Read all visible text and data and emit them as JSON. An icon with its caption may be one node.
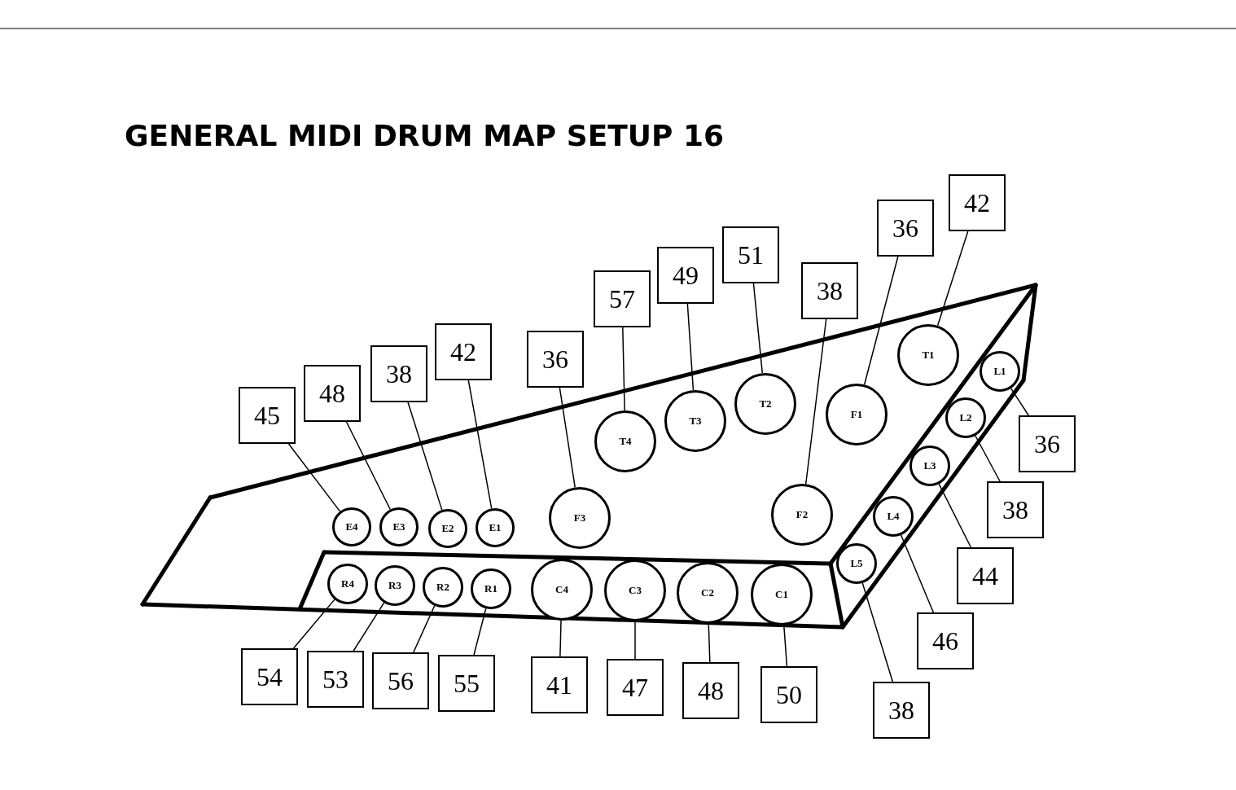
{
  "diagram": {
    "title": "GENERAL MIDI DRUM MAP SETUP 16",
    "nodes": [
      {
        "text": [
          "E4"
        ]
      },
      {
        "text": [
          "E3"
        ]
      },
      {
        "text": [
          "E2"
        ]
      },
      {
        "text": [
          "E1"
        ]
      },
      {
        "text": [
          "F3"
        ]
      },
      {
        "text": [
          "T4"
        ]
      },
      {
        "text": [
          "T3"
        ]
      },
      {
        "text": [
          "T2"
        ]
      },
      {
        "text": [
          "F1"
        ]
      },
      {
        "text": [
          "T1"
        ]
      },
      {
        "text": [
          "F2"
        ]
      },
      {
        "text": [
          "L1"
        ]
      },
      {
        "text": [
          "L2"
        ]
      },
      {
        "text": [
          "L3"
        ]
      },
      {
        "text": [
          "L4"
        ]
      },
      {
        "text": [
          "L5"
        ]
      },
      {
        "text": [
          "R4"
        ]
      },
      {
        "text": [
          "R3"
        ]
      },
      {
        "text": [
          "R2"
        ]
      },
      {
        "text": [
          "R1"
        ]
      },
      {
        "text": [
          "C4"
        ]
      },
      {
        "text": [
          "C3"
        ]
      },
      {
        "text": [
          "C2"
        ]
      },
      {
        "text": [
          "C1"
        ]
      },
      {
        "text": [
          "45"
        ]
      },
      {
        "text": [
          "48"
        ]
      },
      {
        "text": [
          "38"
        ]
      },
      {
        "text": [
          "42"
        ]
      },
      {
        "text": [
          "36"
        ]
      },
      {
        "text": [
          "57"
        ]
      },
      {
        "text": [
          "49"
        ]
      },
      {
        "text": [
          "51"
        ]
      },
      {
        "text": [
          "38"
        ]
      },
      {
        "text": [
          "36"
        ]
      },
      {
        "text": [
          "42"
        ]
      },
      {
        "text": [
          "36"
        ]
      },
      {
        "text": [
          "38"
        ]
      },
      {
        "text": [
          "44"
        ]
      },
      {
        "text": [
          "46"
        ]
      },
      {
        "text": [
          "38"
        ]
      },
      {
        "text": [
          "54"
        ]
      },
      {
        "text": [
          "53"
        ]
      },
      {
        "text": [
          "56"
        ]
      },
      {
        "text": [
          "55"
        ]
      },
      {
        "text": [
          "41"
        ]
      },
      {
        "text": [
          "47"
        ]
      },
      {
        "text": [
          "48"
        ]
      },
      {
        "text": [
          "50"
        ]
      }
    ],
    "edges": [
      {
        "from": 24,
        "to": 0,
        "arrow": "none"
      },
      {
        "from": 25,
        "to": 1,
        "arrow": "none"
      },
      {
        "from": 26,
        "to": 2,
        "arrow": "none"
      },
      {
        "from": 27,
        "to": 3,
        "arrow": "none"
      },
      {
        "from": 28,
        "to": 4,
        "arrow": "none"
      },
      {
        "from": 29,
        "to": 5,
        "arrow": "none"
      },
      {
        "from": 30,
        "to": 6,
        "arrow": "none"
      },
      {
        "from": 31,
        "to": 7,
        "arrow": "none"
      },
      {
        "from": 32,
        "to": 10,
        "arrow": "none"
      },
      {
        "from": 33,
        "to": 8,
        "arrow": "none"
      },
      {
        "from": 34,
        "to": 9,
        "arrow": "none"
      },
      {
        "from": 35,
        "to": 11,
        "arrow": "none"
      },
      {
        "from": 36,
        "to": 12,
        "arrow": "none"
      },
      {
        "from": 37,
        "to": 13,
        "arrow": "none"
      },
      {
        "from": 38,
        "to": 14,
        "arrow": "none"
      },
      {
        "from": 39,
        "to": 15,
        "arrow": "none"
      },
      {
        "from": 40,
        "to": 16,
        "arrow": "none"
      },
      {
        "from": 41,
        "to": 17,
        "arrow": "none"
      },
      {
        "from": 42,
        "to": 18,
        "arrow": "none"
      },
      {
        "from": 43,
        "to": 19,
        "arrow": "none"
      },
      {
        "from": 44,
        "to": 20,
        "arrow": "none"
      },
      {
        "from": 45,
        "to": 21,
        "arrow": "none"
      },
      {
        "from": 46,
        "to": 22,
        "arrow": "none"
      },
      {
        "from": 47,
        "to": 23,
        "arrow": "none"
      }
    ]
  }
}
